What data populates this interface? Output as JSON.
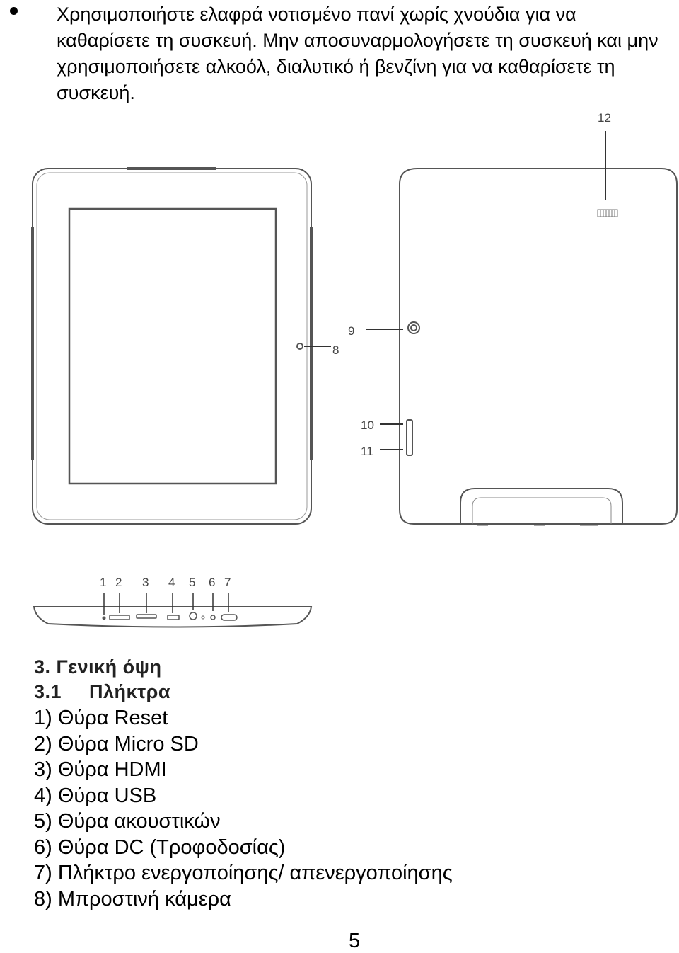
{
  "care_note": {
    "text": "Χρησιμοποιήστε ελαφρά νοτισμένο πανί χωρίς χνούδια για να καθαρίσετε τη συσκευή. Μην αποσυναρμολογήσετε τη συσκευή και μην χρησιμοποιήσετε αλκοόλ, διαλυτικό ή βενζίνη για να καθαρίσετε τη συσκευή."
  },
  "diagram": {
    "callouts": {
      "c1": "1",
      "c2": "2",
      "c3": "3",
      "c4": "4",
      "c5": "5",
      "c6": "6",
      "c7": "7",
      "c8": "8",
      "c9": "9",
      "c10": "10",
      "c11": "11",
      "c12": "12"
    }
  },
  "section": {
    "title": "3. Γενική όψη",
    "sub_number": "3.1",
    "sub_title": "Πλήκτρα"
  },
  "keys": [
    "1) Θύρα Reset",
    "2) Θύρα Micro SD",
    "3) Θύρα HDMI",
    "4) Θύρα USB",
    "5) Θύρα ακουστικών",
    "6) Θύρα DC (Τροφοδοσίας)",
    "7) Πλήκτρο ενεργοποίησης/ απενεργοποίησης",
    "8) Μπροστινή κάμερα"
  ],
  "page_number": "5"
}
